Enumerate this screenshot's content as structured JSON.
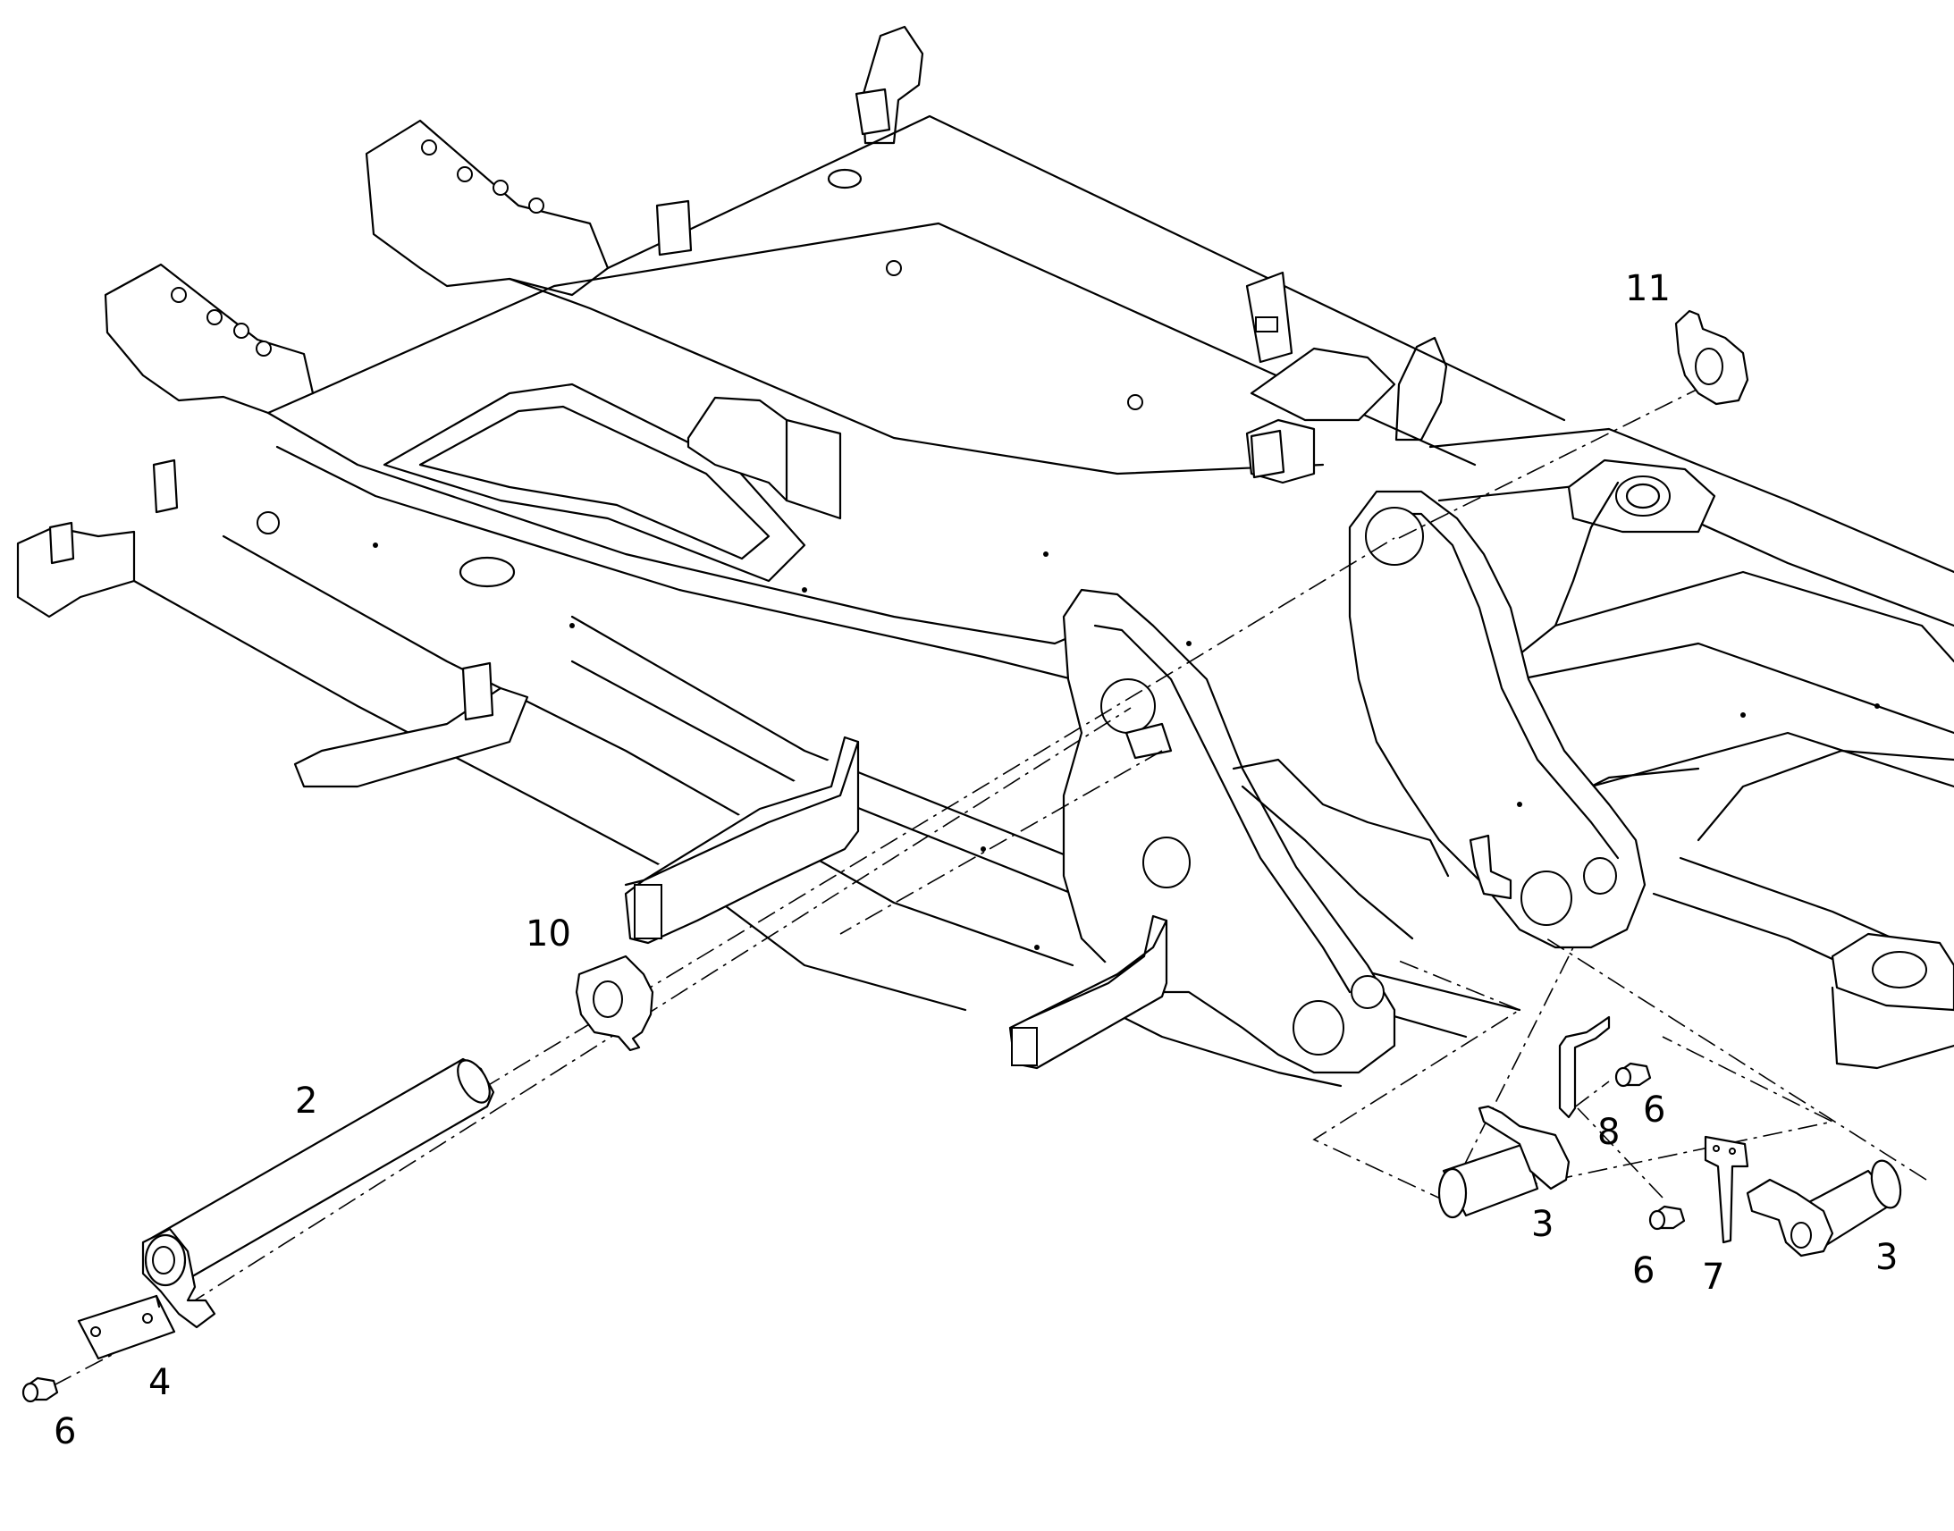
{
  "diagram": {
    "callouts": {
      "c2": "2",
      "c3a": "3",
      "c3b": "3",
      "c4": "4",
      "c6a": "6",
      "c6b": "6",
      "c6c": "6",
      "c7": "7",
      "c8": "8",
      "c10": "10",
      "c11": "11"
    }
  }
}
